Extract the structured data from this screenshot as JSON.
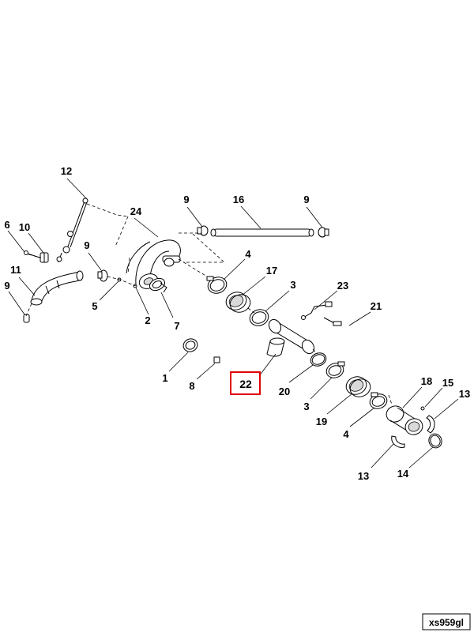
{
  "callouts": {
    "c12": "12",
    "c24": "24",
    "c9a": "9",
    "c16": "16",
    "c9b": "9",
    "c6": "6",
    "c10": "10",
    "c9c": "9",
    "c11": "11",
    "c9d": "9",
    "c5": "5",
    "c2": "2",
    "c7": "7",
    "c4a": "4",
    "c17": "17",
    "c3a": "3",
    "c23": "23",
    "c21": "21",
    "c1": "1",
    "c8": "8",
    "c22": "22",
    "c20": "20",
    "c3b": "3",
    "c19": "19",
    "c4b": "4",
    "c18": "18",
    "c15": "15",
    "c13a": "13",
    "c13b": "13",
    "c14": "14"
  },
  "highlighted_part": "22",
  "highlight_color": "#e00000",
  "reference_code": "xs959gl"
}
